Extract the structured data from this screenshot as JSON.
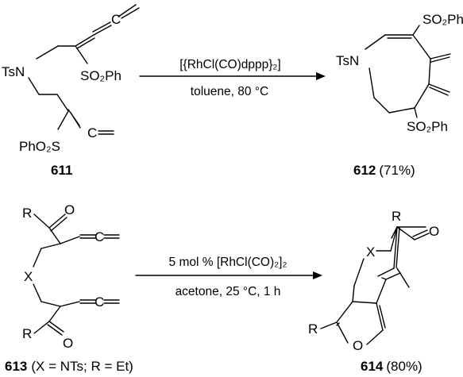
{
  "reaction_1": {
    "reactant": {
      "id": "611",
      "labels": {
        "tsn": "TsN",
        "so2ph_right": "SO₂Ph",
        "c_eq_top": "C",
        "phso2_left": "PhO₂S",
        "c_eq_bottom": "C"
      }
    },
    "conditions": {
      "catalyst": "[{RhCl(CO)dppp}₂]",
      "solvent_temp": "toluene, 80 °C"
    },
    "product": {
      "id": "612",
      "yield": "(71%)",
      "labels": {
        "tsn": "TsN",
        "so2ph_top": "SO₂Ph",
        "so2ph_bottom": "SO₂Ph"
      }
    }
  },
  "reaction_2": {
    "reactant": {
      "id": "613",
      "definition": "(X = NTs; R = Et)",
      "labels": {
        "r_top": "R",
        "o_top": "O",
        "x": "X",
        "c_eq_top": "C",
        "c_eq_bottom": "C",
        "r_bottom": "R",
        "o_bottom": "O"
      }
    },
    "conditions": {
      "catalyst": "5 mol % [RhCl(CO)₂]₂",
      "solvent_time": "acetone, 25 °C, 1 h"
    },
    "product": {
      "id": "614",
      "yield": "(80%)",
      "labels": {
        "r_top": "R",
        "o_ketone": "O",
        "x": "X",
        "r_furan": "R",
        "o_furan": "O"
      }
    }
  }
}
